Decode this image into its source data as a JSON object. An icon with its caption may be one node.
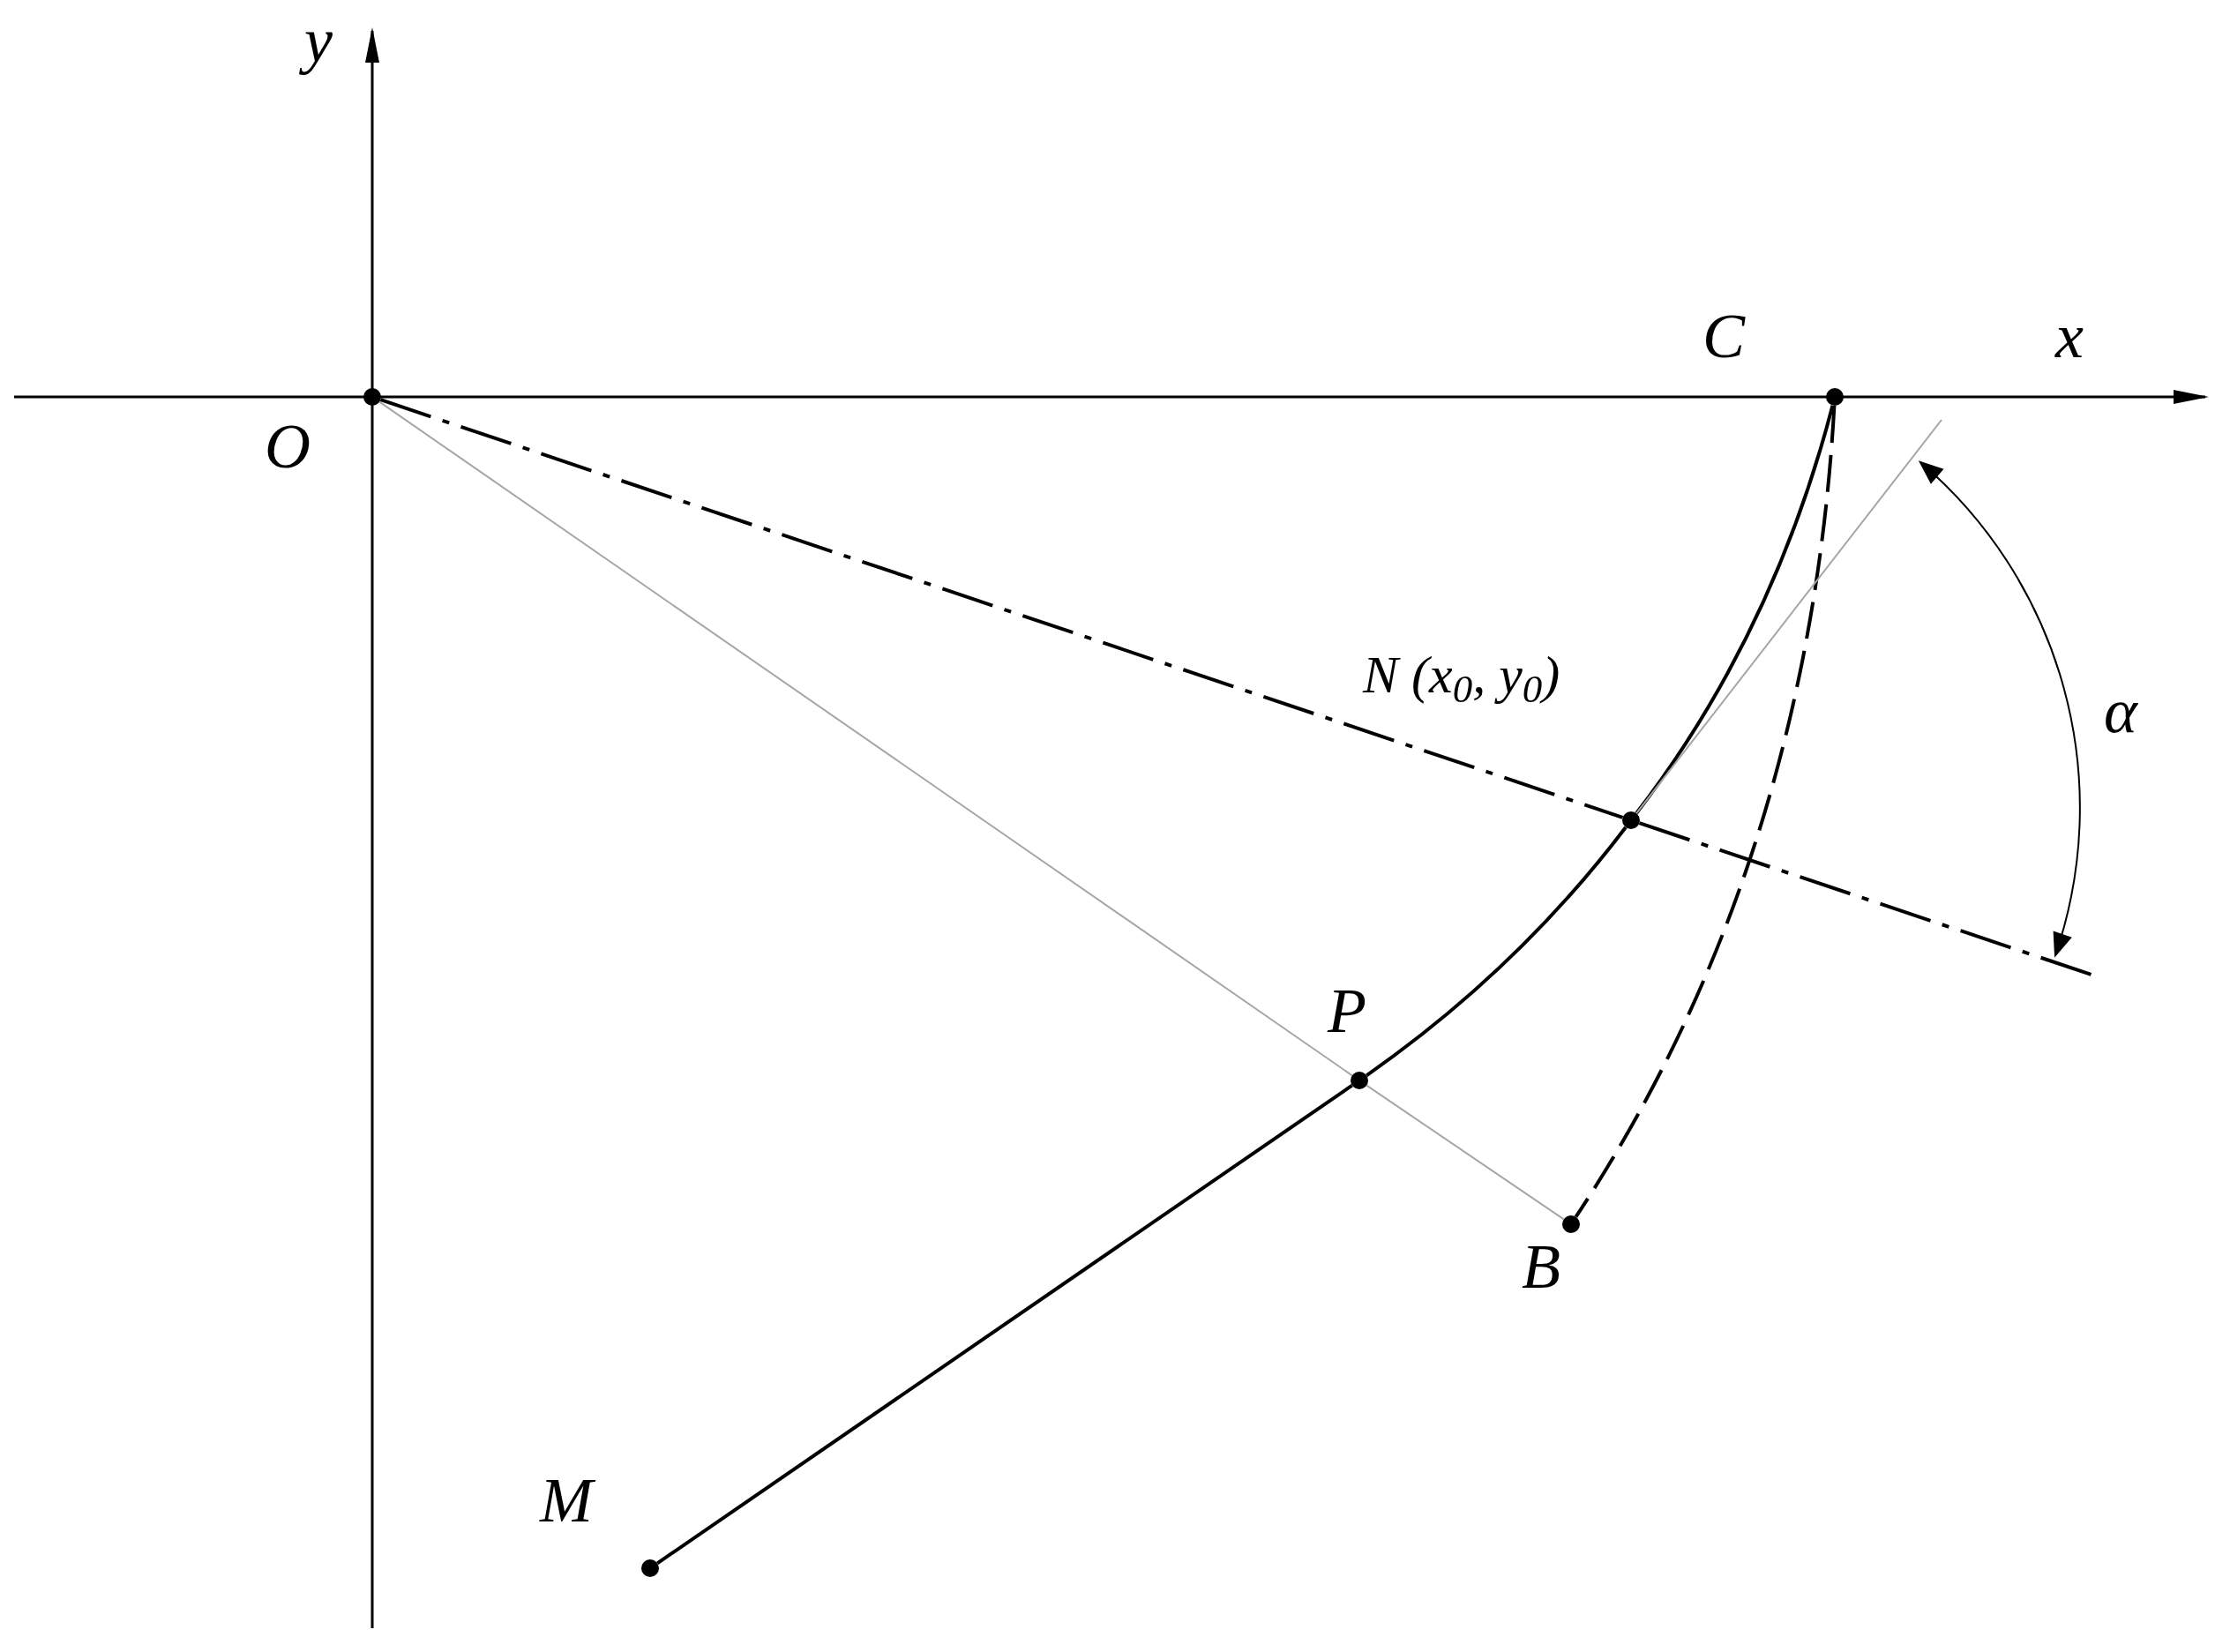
{
  "diagram": {
    "nodes": [
      {
        "text": [],
        "shape": "circle",
        "beside": [
          "O"
        ]
      },
      {
        "text": [],
        "shape": "circle",
        "beside": [
          "C"
        ]
      },
      {
        "text": [],
        "shape": "circle",
        "beside": [
          "N (x$_{0}$, y$_{0}$)"
        ]
      },
      {
        "text": [],
        "shape": "circle",
        "beside": [
          "P"
        ]
      },
      {
        "text": [],
        "shape": "circle",
        "beside": [
          "B"
        ]
      },
      {
        "text": [],
        "shape": "circle",
        "beside": [
          "M"
        ]
      }
    ],
    "edges": [
      {
        "from": 0,
        "to": 3,
        "arrow": "none",
        "color": "#a6a6a6"
      },
      {
        "from": 3,
        "to": 4,
        "arrow": "none",
        "color": "#a6a6a6"
      },
      {
        "from": 5,
        "to": 3,
        "arrow": "none"
      },
      {
        "from": 3,
        "to": 2,
        "arrow": "none"
      },
      {
        "from": 2,
        "to": 1,
        "arrow": "none"
      },
      {
        "from": 1,
        "to": 4,
        "arrow": "none",
        "style": "dashed"
      },
      {
        "from": 0,
        "to": 2,
        "arrow": "none",
        "style": "dashed"
      },
      {
        "from": 2,
        "to": null,
        "arrow": "none",
        "style": "dashed"
      },
      {
        "from": 2,
        "to": null,
        "arrow": "none",
        "color": "#a6a6a6"
      }
    ],
    "labels": [
      "y",
      "x",
      "α"
    ]
  }
}
